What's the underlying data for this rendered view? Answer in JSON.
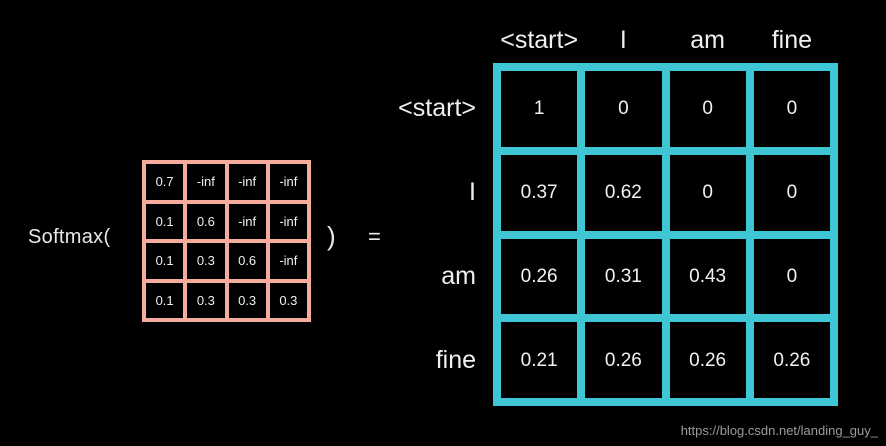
{
  "colors": {
    "background": "#000000",
    "input_matrix_accent": "#f5ac9c",
    "output_matrix_accent": "#3fc6d4",
    "text": "#f0f0f0",
    "watermark_text": "#9b9b9b"
  },
  "expression": {
    "softmax_label": "Softmax(",
    "close_paren": ")",
    "equals": "="
  },
  "input_matrix": {
    "name": "masked-score-matrix",
    "rows": [
      [
        "0.7",
        "-inf",
        "-inf",
        "-inf"
      ],
      [
        "0.1",
        "0.6",
        "-inf",
        "-inf"
      ],
      [
        "0.1",
        "0.3",
        "0.6",
        "-inf"
      ],
      [
        "0.1",
        "0.3",
        "0.3",
        "0.3"
      ]
    ]
  },
  "output_matrix": {
    "name": "attention-weight-matrix",
    "column_headers": [
      "<start>",
      "I",
      "am",
      "fine"
    ],
    "row_headers": [
      "<start>",
      "I",
      "am",
      "fine"
    ],
    "rows": [
      [
        "1",
        "0",
        "0",
        "0"
      ],
      [
        "0.37",
        "0.62",
        "0",
        "0"
      ],
      [
        "0.26",
        "0.31",
        "0.43",
        "0"
      ],
      [
        "0.21",
        "0.26",
        "0.26",
        "0.26"
      ]
    ]
  },
  "watermark": {
    "text": "https://blog.csdn.net/landing_guy_"
  }
}
